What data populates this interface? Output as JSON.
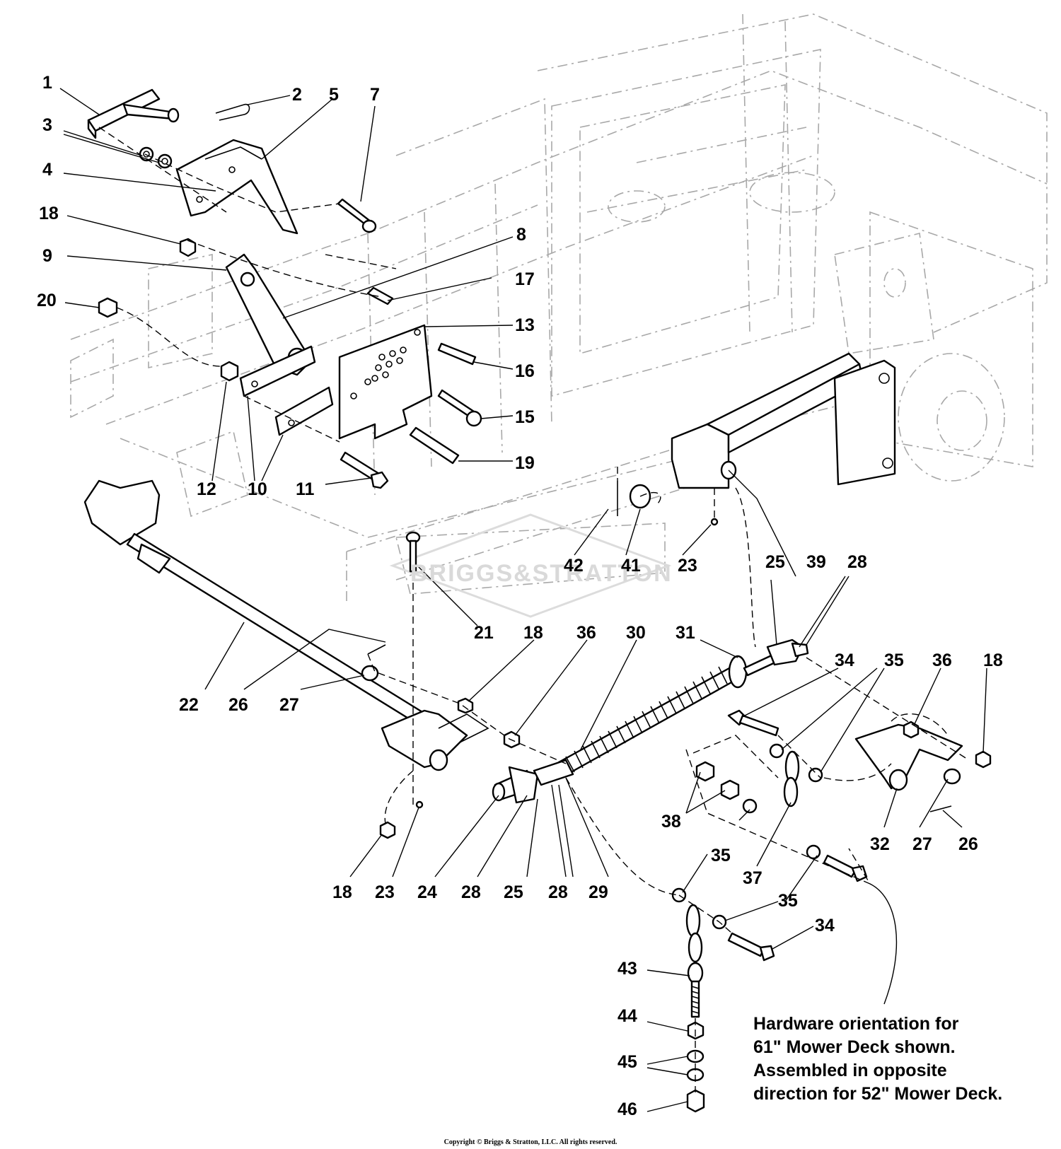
{
  "callouts": [
    {
      "id": "c1",
      "label": "1"
    },
    {
      "id": "c2",
      "label": "2"
    },
    {
      "id": "c3",
      "label": "3"
    },
    {
      "id": "c4",
      "label": "4"
    },
    {
      "id": "c5",
      "label": "5"
    },
    {
      "id": "c7",
      "label": "7"
    },
    {
      "id": "c8",
      "label": "8"
    },
    {
      "id": "c9",
      "label": "9"
    },
    {
      "id": "c18a",
      "label": "18"
    },
    {
      "id": "c20",
      "label": "20"
    },
    {
      "id": "c17",
      "label": "17"
    },
    {
      "id": "c13",
      "label": "13"
    },
    {
      "id": "c16",
      "label": "16"
    },
    {
      "id": "c15",
      "label": "15"
    },
    {
      "id": "c19",
      "label": "19"
    },
    {
      "id": "c12",
      "label": "12"
    },
    {
      "id": "c10",
      "label": "10"
    },
    {
      "id": "c11",
      "label": "11"
    },
    {
      "id": "c42",
      "label": "42"
    },
    {
      "id": "c41",
      "label": "41"
    },
    {
      "id": "c23a",
      "label": "23"
    },
    {
      "id": "c25a",
      "label": "25"
    },
    {
      "id": "c39",
      "label": "39"
    },
    {
      "id": "c28a",
      "label": "28"
    },
    {
      "id": "c21",
      "label": "21"
    },
    {
      "id": "c18b",
      "label": "18"
    },
    {
      "id": "c36a",
      "label": "36"
    },
    {
      "id": "c30",
      "label": "30"
    },
    {
      "id": "c31",
      "label": "31"
    },
    {
      "id": "c22",
      "label": "22"
    },
    {
      "id": "c26a",
      "label": "26"
    },
    {
      "id": "c27a",
      "label": "27"
    },
    {
      "id": "c34a",
      "label": "34"
    },
    {
      "id": "c35a",
      "label": "35"
    },
    {
      "id": "c36b",
      "label": "36"
    },
    {
      "id": "c18c",
      "label": "18"
    },
    {
      "id": "c38",
      "label": "38"
    },
    {
      "id": "c35b",
      "label": "35"
    },
    {
      "id": "c32",
      "label": "32"
    },
    {
      "id": "c27b",
      "label": "27"
    },
    {
      "id": "c26b",
      "label": "26"
    },
    {
      "id": "c37",
      "label": "37"
    },
    {
      "id": "c18d",
      "label": "18"
    },
    {
      "id": "c23b",
      "label": "23"
    },
    {
      "id": "c24",
      "label": "24"
    },
    {
      "id": "c28b",
      "label": "28"
    },
    {
      "id": "c25b",
      "label": "25"
    },
    {
      "id": "c28c",
      "label": "28"
    },
    {
      "id": "c29",
      "label": "29"
    },
    {
      "id": "c35c",
      "label": "35"
    },
    {
      "id": "c35d",
      "label": "35"
    },
    {
      "id": "c34b",
      "label": "34"
    },
    {
      "id": "c43",
      "label": "43"
    },
    {
      "id": "c44",
      "label": "44"
    },
    {
      "id": "c45",
      "label": "45"
    },
    {
      "id": "c46",
      "label": "46"
    }
  ],
  "note": {
    "line1": "Hardware orientation for",
    "line2": "61\" Mower Deck shown.",
    "line3": "Assembled in opposite",
    "line4": "direction for 52\" Mower Deck."
  },
  "watermark": "BRIGGS&STRATTON",
  "copyright": "Copyright © Briggs & Stratton, LLC. All rights reserved."
}
